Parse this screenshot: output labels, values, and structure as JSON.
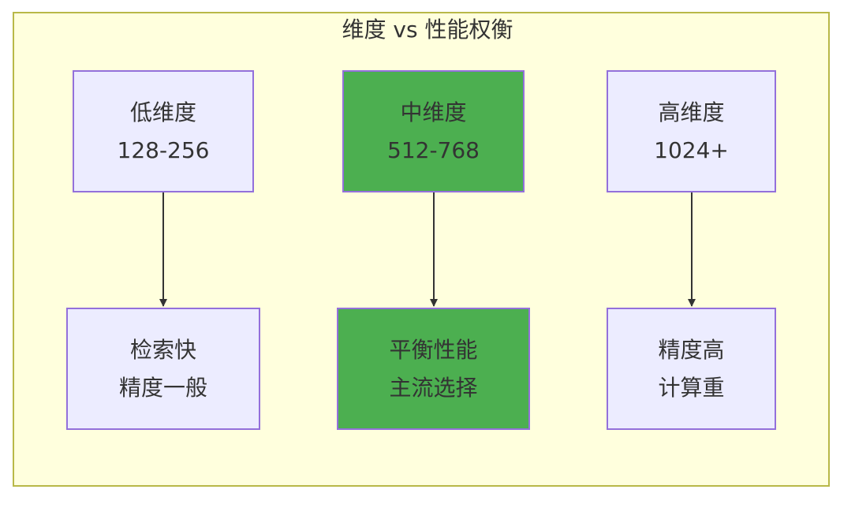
{
  "diagram": {
    "title": "维度 vs 性能权衡",
    "colors": {
      "cluster_fill": "#ffffdd",
      "cluster_border": "#b8b848",
      "node_fill": "#ececff",
      "node_border": "#9370db",
      "highlight_fill": "#4caf50",
      "edge": "#333333",
      "text": "#333333"
    },
    "nodes": {
      "low": {
        "line1": "低维度",
        "line2": "128-256"
      },
      "mid": {
        "line1": "中维度",
        "line2": "512-768"
      },
      "high": {
        "line1": "高维度",
        "line2": "1024+"
      },
      "low_result": {
        "line1": "检索快",
        "line2": "精度一般"
      },
      "mid_result": {
        "line1": "平衡性能",
        "line2": "主流选择"
      },
      "high_result": {
        "line1": "精度高",
        "line2": "计算重"
      }
    },
    "edges": [
      {
        "from": "低维度",
        "to": "检索快 精度一般"
      },
      {
        "from": "中维度",
        "to": "平衡性能 主流选择"
      },
      {
        "from": "高维度",
        "to": "精度高 计算重"
      }
    ]
  }
}
